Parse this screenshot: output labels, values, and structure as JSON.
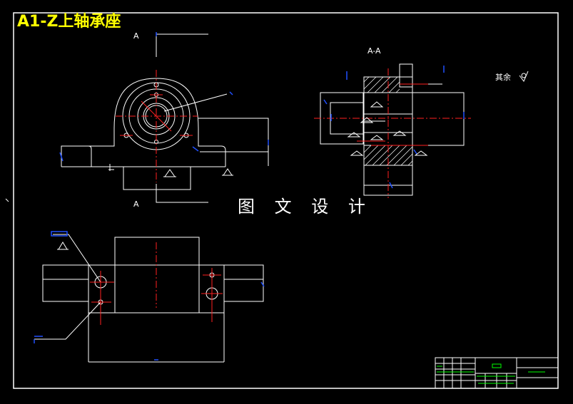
{
  "title": "A1-Z上轴承座",
  "labels": {
    "section_top": "A",
    "section_bottom": "A",
    "section_view": "A-A",
    "roughness_note": "其余"
  },
  "watermark": "图 文 设 计",
  "colors": {
    "background": "#000000",
    "outline": "#ffffff",
    "center_line": "#ff2020",
    "dimension": "#2050ff",
    "title_block": "#00ff00",
    "title_text": "#ffff00"
  }
}
